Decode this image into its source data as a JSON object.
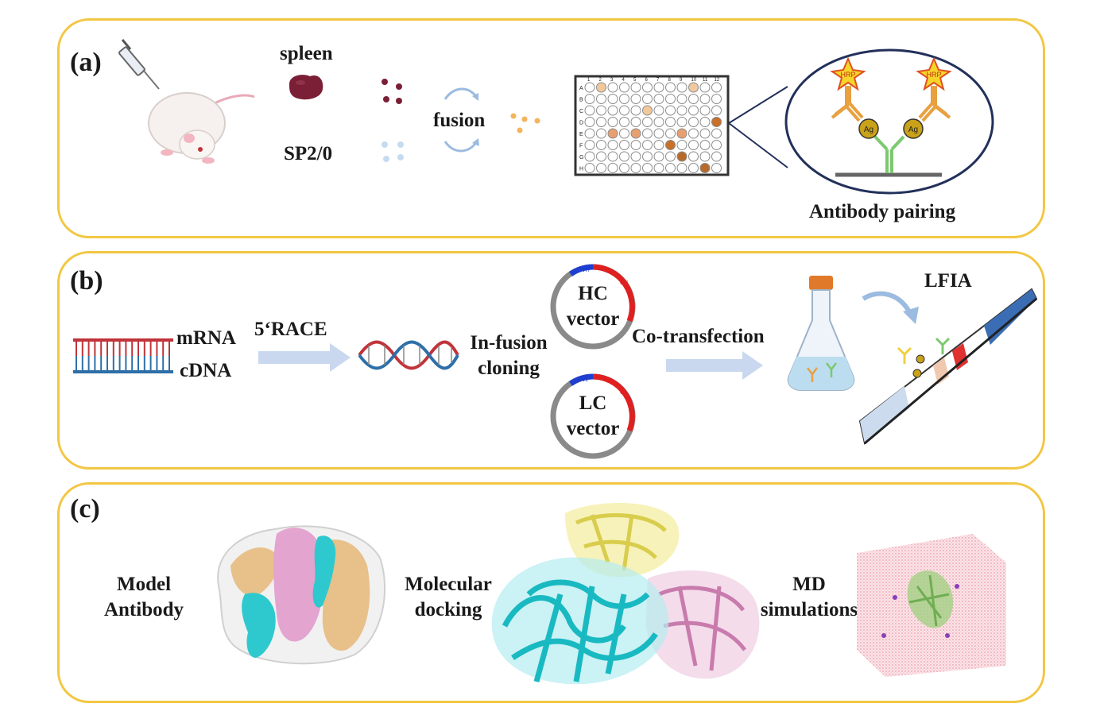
{
  "panels": {
    "a": {
      "label": "(a)",
      "spleen_label": "spleen",
      "sp20_label": "SP2/0",
      "fusion_label": "fusion",
      "plate_rows": [
        "A",
        "B",
        "C",
        "D",
        "E",
        "F",
        "G",
        "H"
      ],
      "plate_cols": [
        "1",
        "2",
        "3",
        "4",
        "5",
        "6",
        "7",
        "8",
        "9",
        "10",
        "11",
        "12"
      ],
      "hrp_label": "HRP",
      "ag_label": "Ag",
      "pairing_label": "Antibody pairing"
    },
    "b": {
      "label": "(b)",
      "mrna_label": "mRNA",
      "cdna_label": "cDNA",
      "race_label": "5‘RACE",
      "infusion_line1": "In-fusion",
      "infusion_line2": "cloning",
      "hc_line1": "HC",
      "hc_line2": "vector",
      "lc_line1": "LC",
      "lc_line2": "vector",
      "vh_label": "VH",
      "ch_label": "CH",
      "vl_label": "VL",
      "cl_label": "CL",
      "cotrans_label": "Co-transfection",
      "lfia_label": "LFIA"
    },
    "c": {
      "label": "(c)",
      "model_line1": "Model",
      "model_line2": "Antibody",
      "docking_line1": "Molecular",
      "docking_line2": "docking",
      "md_line1": "MD",
      "md_line2": "simulations"
    }
  },
  "colors": {
    "panel_border": "#f2c744",
    "arrow_blue": "#c9d8ee",
    "dna_red": "#c0343a",
    "dna_blue": "#2e6fa8",
    "vector_gray": "#8a8a8a",
    "vector_red": "#e02020",
    "vector_blue": "#1f3fd0",
    "spleen": "#7a1f35",
    "fusion_cell": "#f5b35c",
    "sp20_cell": "#c5dcf0",
    "cyan": "#2ec9cf",
    "pink": "#e3a4cf",
    "tan": "#e8c08a",
    "yellow_protein": "#f3ec9b"
  }
}
